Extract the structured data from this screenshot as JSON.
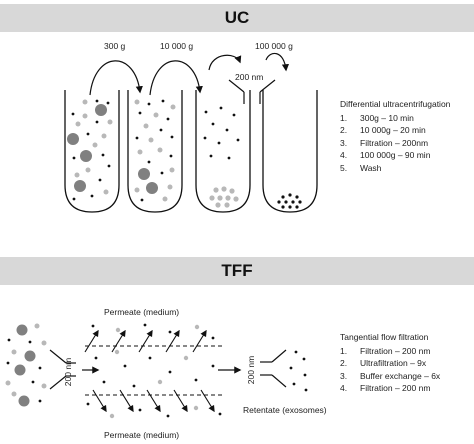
{
  "uc": {
    "title": "UC",
    "speeds": [
      "300 g",
      "10 000 g",
      "100 000 g"
    ],
    "filter_label": "200 nm",
    "protocol_title": "Differential ultracentrifugation",
    "steps": [
      {
        "num": "1.",
        "text": "300g – 10 min"
      },
      {
        "num": "2.",
        "text": "10 000g – 20 min"
      },
      {
        "num": "3.",
        "text": "Filtration – 200nm"
      },
      {
        "num": "4.",
        "text": "100 000g – 90 min"
      },
      {
        "num": "5.",
        "text": "Wash"
      }
    ]
  },
  "tff": {
    "title": "TFF",
    "permeate_top": "Permeate (medium)",
    "permeate_bottom": "Permeate (medium)",
    "filter_label_left": "200 nm",
    "filter_label_right": "200 nm",
    "retentate_label": "Retentate (exosomes)",
    "protocol_title": "Tangential flow filtration",
    "steps": [
      {
        "num": "1.",
        "text": "Filtration – 200 nm"
      },
      {
        "num": "2.",
        "text": "Ultrafiltration – 9x"
      },
      {
        "num": "3.",
        "text": "Buffer exchange  – 6x"
      },
      {
        "num": "4.",
        "text": "Filtration – 200 nm"
      }
    ]
  },
  "colors": {
    "band": "#d8d8d8",
    "large_particle": "#808080",
    "medium_particle": "#b8b8b8",
    "small_particle": "#111111"
  }
}
